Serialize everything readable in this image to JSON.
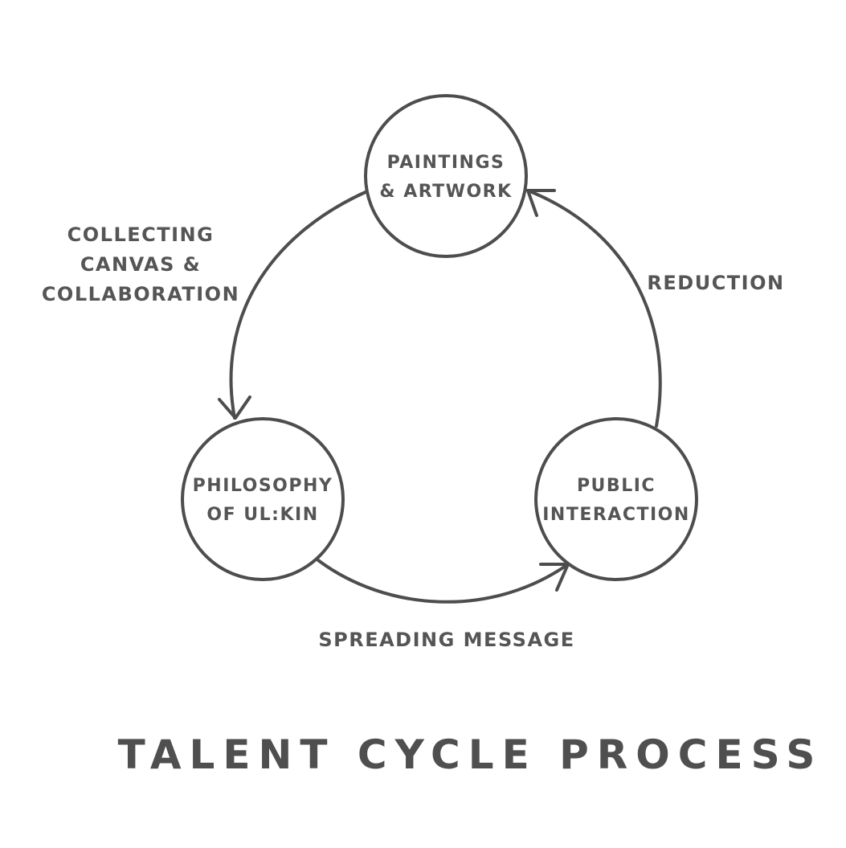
{
  "title": "TALENT CYCLE PROCESS",
  "stroke_color": "#4d4d4d",
  "text_color": "#555555",
  "nodes": [
    {
      "id": "paintings",
      "lines": [
        "PAINTINGS",
        "& ARTWORK"
      ]
    },
    {
      "id": "philosophy",
      "lines": [
        "PHILOSOPHY",
        "OF UL:KIN"
      ]
    },
    {
      "id": "public",
      "lines": [
        "PUBLIC",
        "INTERACTION"
      ]
    }
  ],
  "edges": [
    {
      "id": "collecting",
      "from": "paintings",
      "to": "philosophy",
      "label_lines": [
        "COLLECTING",
        "CANVAS &",
        "COLLABORATION"
      ]
    },
    {
      "id": "spreading",
      "from": "philosophy",
      "to": "public",
      "label_lines": [
        "SPREADING MESSAGE"
      ]
    },
    {
      "id": "reduction",
      "from": "public",
      "to": "paintings",
      "label_lines": [
        "REDUCTION"
      ]
    }
  ]
}
